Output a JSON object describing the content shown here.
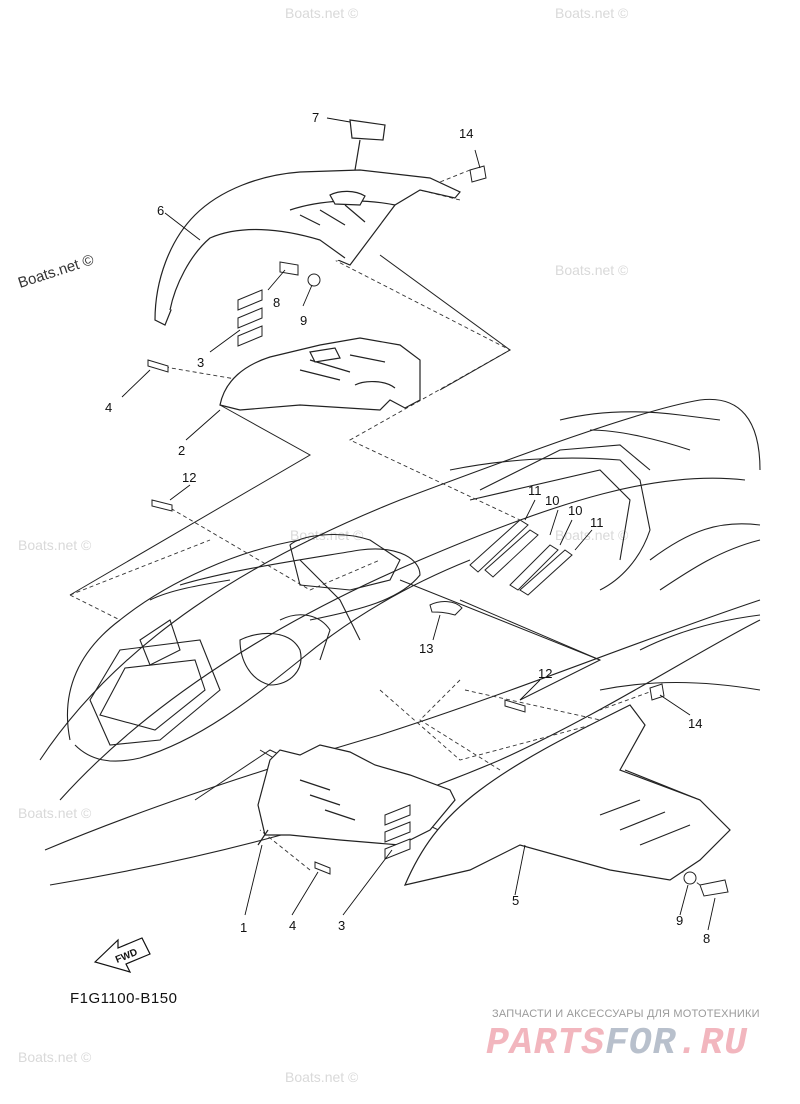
{
  "diagram": {
    "code": "F1G1100-B150",
    "fwd_label": "FWD",
    "callouts": [
      "1",
      "2",
      "3",
      "3",
      "4",
      "4",
      "5",
      "6",
      "7",
      "8",
      "8",
      "9",
      "9",
      "10",
      "10",
      "11",
      "11",
      "12",
      "12",
      "13",
      "14",
      "14"
    ]
  },
  "watermarks": {
    "boats": "Boats.net ©",
    "side": "Boats.net ©"
  },
  "branding": {
    "tagline": "ЗАПЧАСТИ И АКСЕССУАРЫ ДЛЯ МОТОТЕХНИКИ",
    "logo_part1": "PARTS",
    "logo_part2": "FOR",
    "logo_part3": ".RU"
  }
}
